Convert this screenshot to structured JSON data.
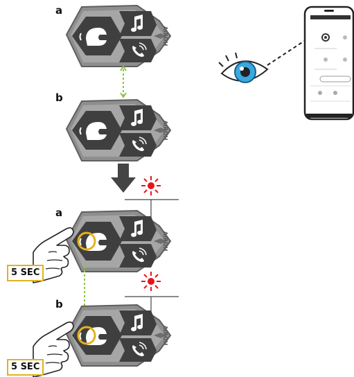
{
  "diagram": {
    "labels": {
      "step1_a": "a",
      "step1_b": "b",
      "step2_a": "a",
      "step2_b": "b"
    },
    "brand": "AIROH",
    "press_time_1": "5 SEC",
    "press_time_2": "5 SEC",
    "colors": {
      "device_body": "#8e8e8e",
      "device_panel": "#4a4a4a",
      "led_red": "#e8141b",
      "highlight_yellow": "#e2b21f",
      "link_green": "#8cc63f",
      "eye_blue": "#3aa8e0"
    },
    "icons": [
      "helmet-icon",
      "music-note-icon",
      "phone-icon",
      "hand-icon",
      "eye-icon",
      "smartphone-icon",
      "down-arrow-icon",
      "led-flash-icon"
    ]
  }
}
